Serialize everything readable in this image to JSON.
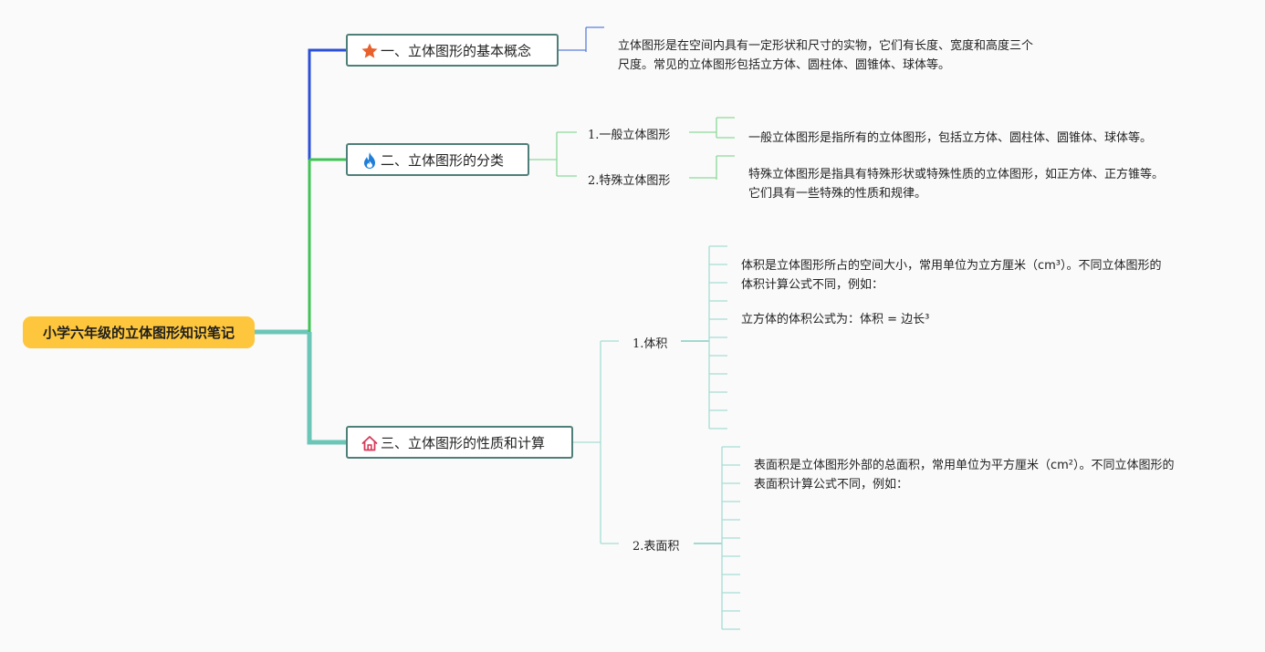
{
  "root": {
    "title": "小学六年级的立体图形知识笔记"
  },
  "topics": [
    {
      "label": "一、立体图形的基本概念",
      "icon": "star-icon",
      "note_lines": [
        "立体图形是在空间内具有一定形状和尺寸的实物，它们有长度、宽度和高度三个",
        "尺度。常见的立体图形包括立方体、圆柱体、圆锥体、球体等。"
      ]
    },
    {
      "label": "二、立体图形的分类",
      "icon": "fire-icon",
      "subtopics": [
        {
          "label": "1.一般立体图形",
          "note_lines": [
            "一般立体图形是指所有的立体图形，包括立方体、圆柱体、圆锥体、球体等。"
          ]
        },
        {
          "label": "2.特殊立体图形",
          "note_lines": [
            "特殊立体图形是指具有特殊形状或特殊性质的立体图形，如正方体、正方锥等。",
            "它们具有一些特殊的性质和规律。"
          ]
        }
      ]
    },
    {
      "label": "三、立体图形的性质和计算",
      "icon": "house-icon",
      "subtopics": [
        {
          "label": "1.体积",
          "note_lines": [
            "体积是立体图形所占的空间大小，常用单位为立方厘米（cm³）。不同立体图形的",
            "体积计算公式不同，例如："
          ],
          "formula": "立方体的体积公式为：体积 = 边长³"
        },
        {
          "label": "2.表面积",
          "note_lines": [
            "表面积是立体图形外部的总面积，常用单位为平方厘米（cm²）。不同立体图形的",
            "表面积计算公式不同，例如："
          ]
        }
      ]
    }
  ],
  "colors": {
    "root_fill": "#fdc63c",
    "branch_blue": "#2b4fd6",
    "branch_green": "#3fc354",
    "branch_teal": "#6bc6b8",
    "star": "#e8602c",
    "fire": "#1f7fd8",
    "house": "#d83a5a"
  }
}
